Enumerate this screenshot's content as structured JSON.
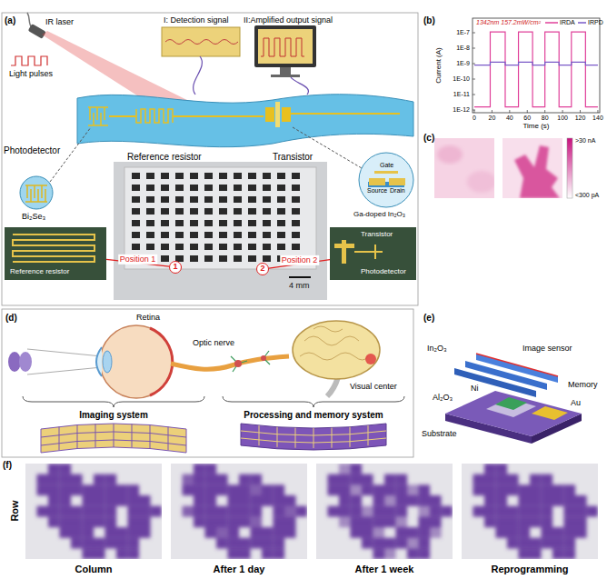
{
  "diagram": {
    "nodes": [
      {
        "text": [
          "4 mm"
        ]
      },
      {
        "text": [
          "1"
        ],
        "in": 0
      },
      {
        "text": [
          "2"
        ],
        "in": 0
      },
      {
        "text": [
          "Reference resistor"
        ]
      },
      {
        "text": [
          "Transistor",
          "Photodetector"
        ]
      }
    ],
    "edges": [
      {
        "from": 1,
        "to": 3,
        "label": "Position 1",
        "arrow": "none"
      },
      {
        "from": 2,
        "to": 4,
        "label": "Position 2",
        "arrow": "none"
      }
    ],
    "labels": [
      "(a)",
      "IR laser",
      "Light pulses",
      "I: Detection signal",
      "II:Amplified output signal",
      "Photodetector",
      "Reference resistor",
      "Transistor",
      "Bi₂Se₃",
      "Gate",
      "Source",
      "Drain",
      "Ga-doped In₂O₃",
      "(b)",
      "1342nm 157.2mW/cm²",
      "1E-7",
      "1E-8",
      "1E-9",
      "1E-10",
      "1E-11",
      "1E-12",
      "Current (A)",
      "0",
      "20",
      "40",
      "60",
      "80",
      "100",
      "120",
      "140",
      "Time (s)",
      "(c)",
      ">30 nA",
      "<300 pA",
      "(d)",
      "Retina",
      "Optic nerve",
      "Visual center",
      "Imaging system",
      "Processing and memory system",
      "(e)",
      "In₂O₃",
      "Image sensor",
      "Memory",
      "Ni",
      "Au",
      "Al₂O₃",
      "Substrate",
      "(f)",
      "Row",
      "Column",
      "After 1 day",
      "After 1 week",
      "Reprogramming"
    ],
    "legend": [
      {
        "text": "IRDA"
      },
      {
        "text": "IRPD"
      }
    ]
  }
}
